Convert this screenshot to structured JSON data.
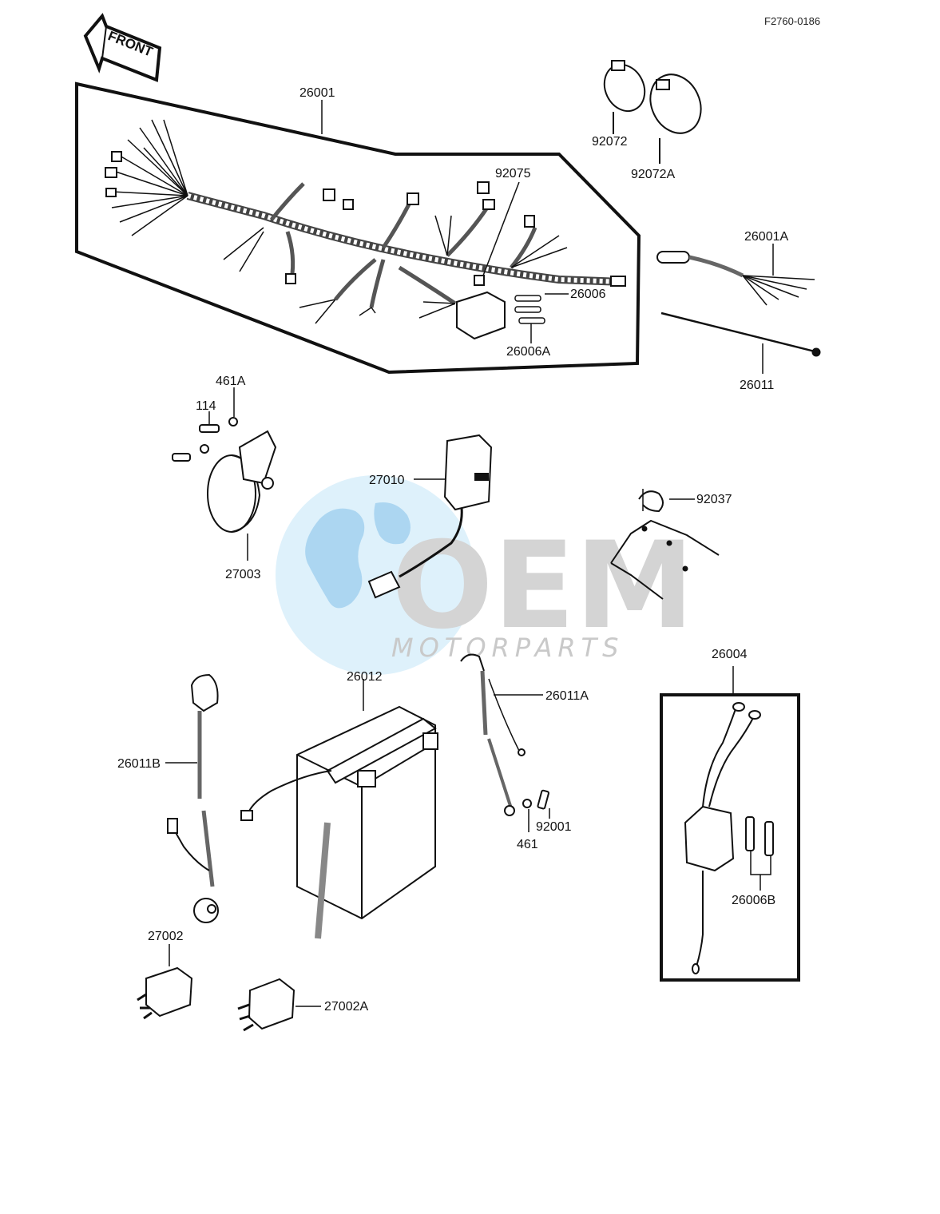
{
  "diagram_code": "F2760-0186",
  "direction_marker": "FRONT",
  "watermark": {
    "logo_text": "OEM",
    "tagline": "MOTORPARTS"
  },
  "parts": [
    {
      "id": "harness_main",
      "number": "26001"
    },
    {
      "id": "band",
      "number": "92072"
    },
    {
      "id": "band_a",
      "number": "92072A"
    },
    {
      "id": "clamp_harness",
      "number": "92075"
    },
    {
      "id": "fuse",
      "number": "26006"
    },
    {
      "id": "fuse_a",
      "number": "26006A"
    },
    {
      "id": "sub_harness",
      "number": "26001A"
    },
    {
      "id": "ground_lead",
      "number": "26011"
    },
    {
      "id": "lock_washer",
      "number": "461A"
    },
    {
      "id": "bolt_horn",
      "number": "114"
    },
    {
      "id": "horn",
      "number": "27003"
    },
    {
      "id": "relay_box",
      "number": "27010"
    },
    {
      "id": "clamp_cable",
      "number": "92037"
    },
    {
      "id": "fuse_assy",
      "number": "26004"
    },
    {
      "id": "battery",
      "number": "26012"
    },
    {
      "id": "lead_battery_a",
      "number": "26011A"
    },
    {
      "id": "lead_battery_b",
      "number": "26011B"
    },
    {
      "id": "bolt_battery",
      "number": "92001"
    },
    {
      "id": "washer_battery",
      "number": "461"
    },
    {
      "id": "fuse_b",
      "number": "26006B"
    },
    {
      "id": "flasher_relay",
      "number": "27002"
    },
    {
      "id": "flasher_relay_a",
      "number": "27002A"
    }
  ],
  "colors": {
    "line": "#111111",
    "watermark_blue": "#cfe8f7",
    "watermark_gray": "#d4d4d4"
  }
}
